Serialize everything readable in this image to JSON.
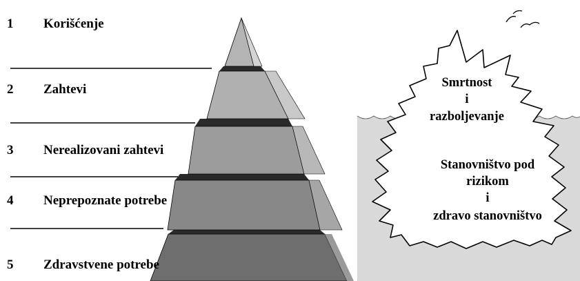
{
  "pyramid": {
    "levels": [
      {
        "number": "1",
        "label": "Korišćenje"
      },
      {
        "number": "2",
        "label": "Zahtevi"
      },
      {
        "number": "3",
        "label": "Nerealizovani zahtevi"
      },
      {
        "number": "4",
        "label": "Neprepoznate potrebe"
      },
      {
        "number": "5",
        "label": "Zdravstvene potrebe"
      }
    ]
  },
  "iceberg": {
    "above_water": [
      "Smrtnost",
      "i",
      "razboljevanje"
    ],
    "below_water": [
      "Stanovništvo pod",
      "rizikom",
      "i",
      "zdravo stanovništvo"
    ]
  }
}
